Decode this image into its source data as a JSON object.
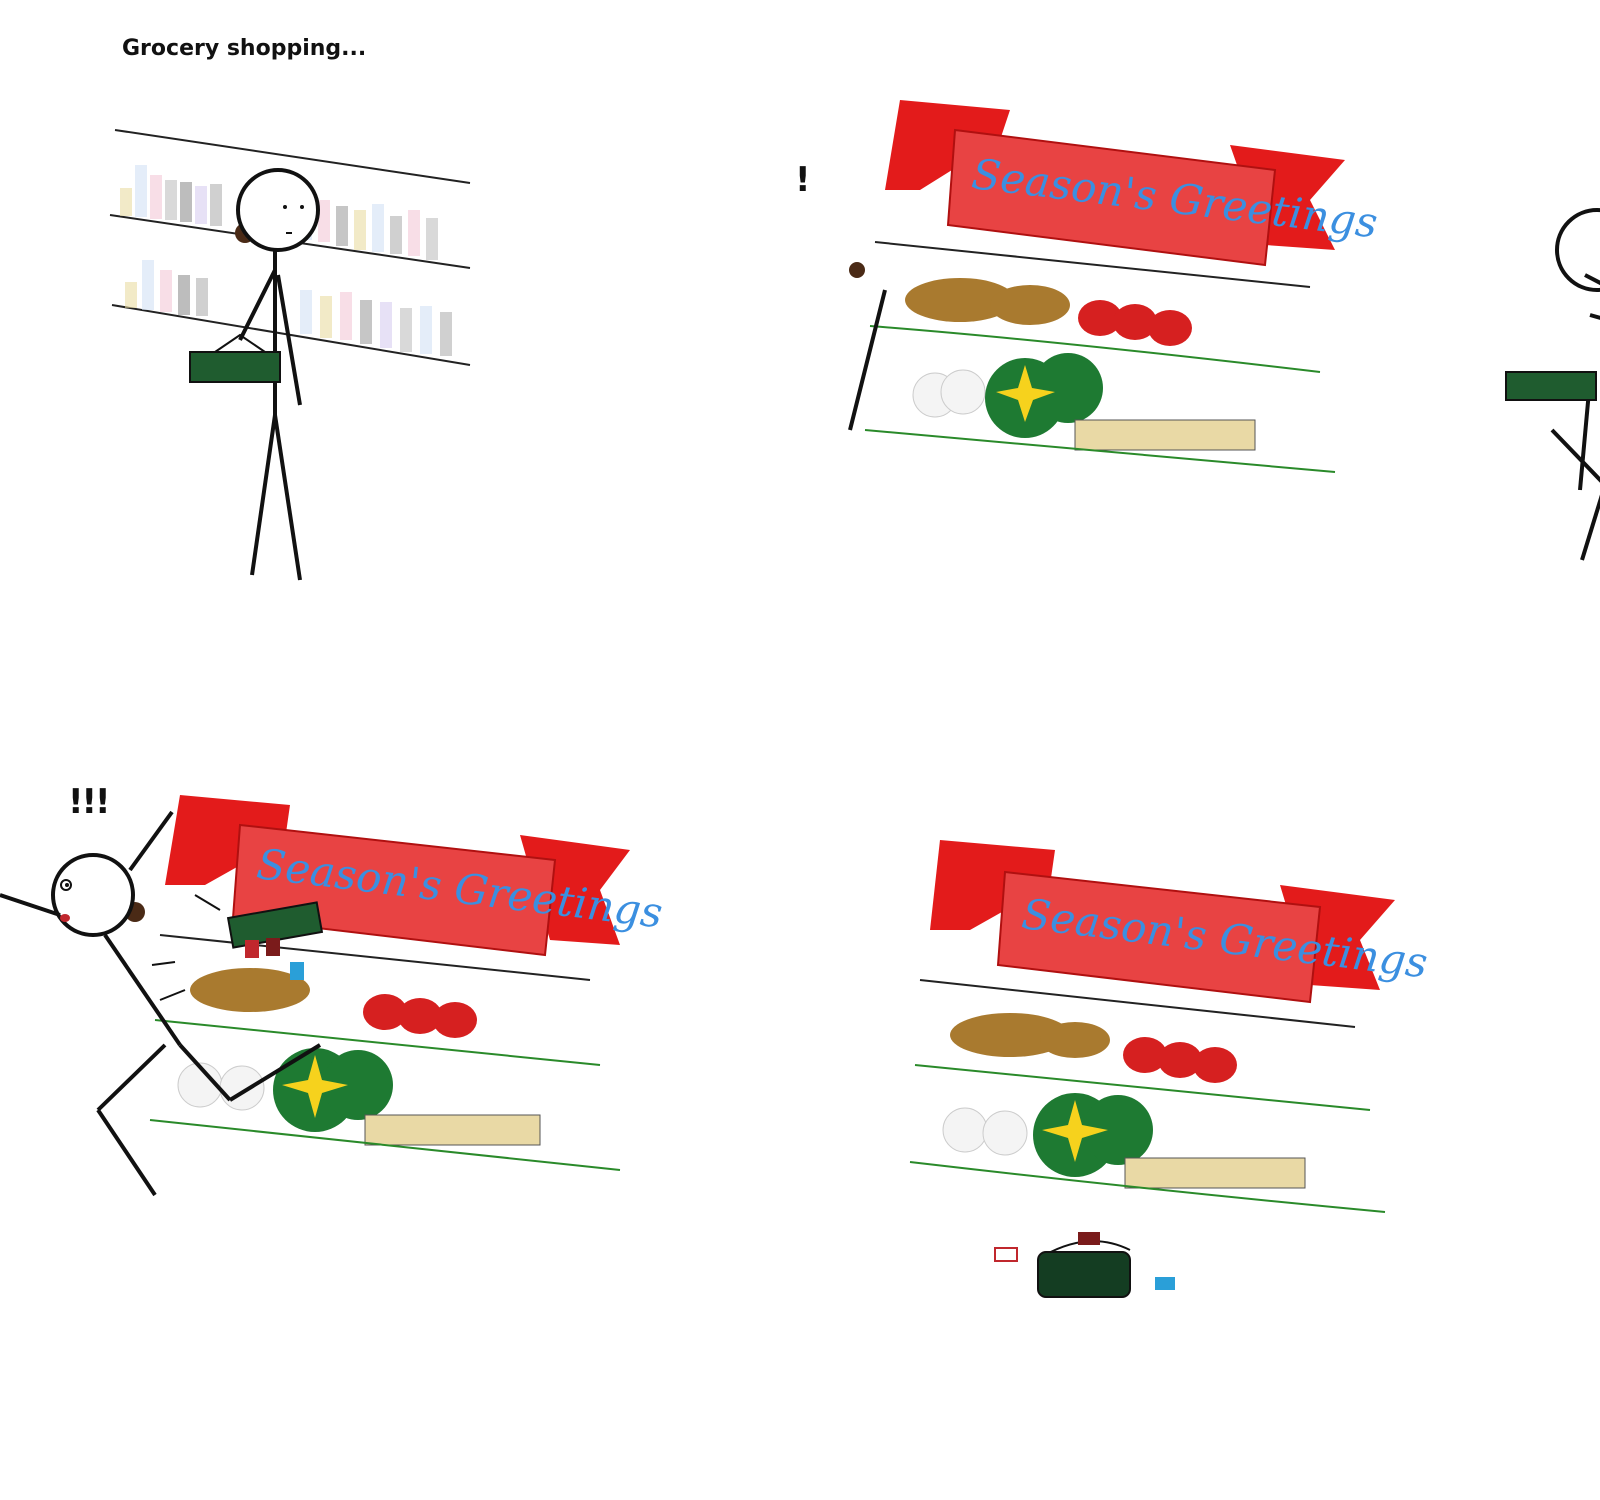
{
  "caption": "Grocery shopping...",
  "exclamation_small": "!",
  "exclamation_big": "!!!",
  "banner_text": "Season's Greetings",
  "colors": {
    "banner_red": "#e31b1b",
    "banner_text": "#3b8fe0",
    "basket_green": "#1f5c2f",
    "shelf_line": "#222222"
  },
  "icons": [
    "stick-figure",
    "shopping-basket",
    "shelf-products",
    "season-greetings-banner",
    "reindeer-decor",
    "santa-hats",
    "snowmen",
    "christmas-tree-ornaments",
    "wrapping-paper-rolls",
    "christmas-lights",
    "soda-cans"
  ]
}
